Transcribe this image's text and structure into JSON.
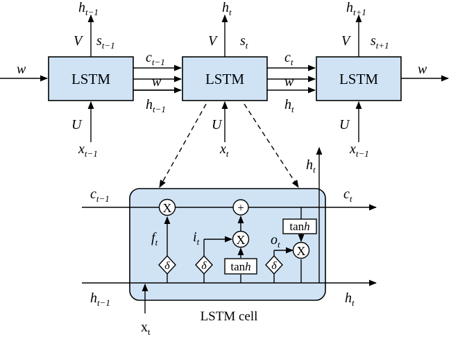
{
  "top_row": {
    "cells": [
      {
        "label": "LSTM",
        "h_out": "h",
        "h_out_sub": "t−1",
        "s_label": "s",
        "s_sub": "t−1",
        "x_in": "x",
        "x_sub": "t−1"
      },
      {
        "label": "LSTM",
        "h_out": "h",
        "h_out_sub": "t",
        "s_label": "s",
        "s_sub": "t",
        "x_in": "x",
        "x_sub": "t"
      },
      {
        "label": "LSTM",
        "h_out": "h",
        "h_out_sub": "t+1",
        "s_label": "s",
        "s_sub": "t+1",
        "x_in": "x",
        "x_sub": "t−1"
      }
    ],
    "V": "V",
    "U": "U",
    "w_left": "w",
    "w_right": "w",
    "links": [
      {
        "c": "c",
        "c_sub": "t−1",
        "w": "w",
        "h": "h",
        "h_sub": "t−1"
      },
      {
        "c": "c",
        "c_sub": "t",
        "w": "w",
        "h": "h",
        "h_sub": "t"
      }
    ]
  },
  "cell": {
    "title": "LSTM cell",
    "c_in": "c",
    "c_in_sub": "t−1",
    "c_out": "c",
    "c_out_sub": "t",
    "h_in": "h",
    "h_in_sub": "t−1",
    "h_out": "h",
    "h_out_sub": "t",
    "h_top": "h",
    "h_top_sub": "t",
    "x_in": "x",
    "x_in_sub": "t",
    "f_gate": "f",
    "f_sub": "t",
    "i_gate": "i",
    "i_sub": "t",
    "o_gate": "o",
    "o_sub": "t",
    "mult_symbol": "X",
    "plus_symbol": "+",
    "sigma_symbol": "δ",
    "tanh_main": "tan",
    "tanh_h": "h"
  }
}
